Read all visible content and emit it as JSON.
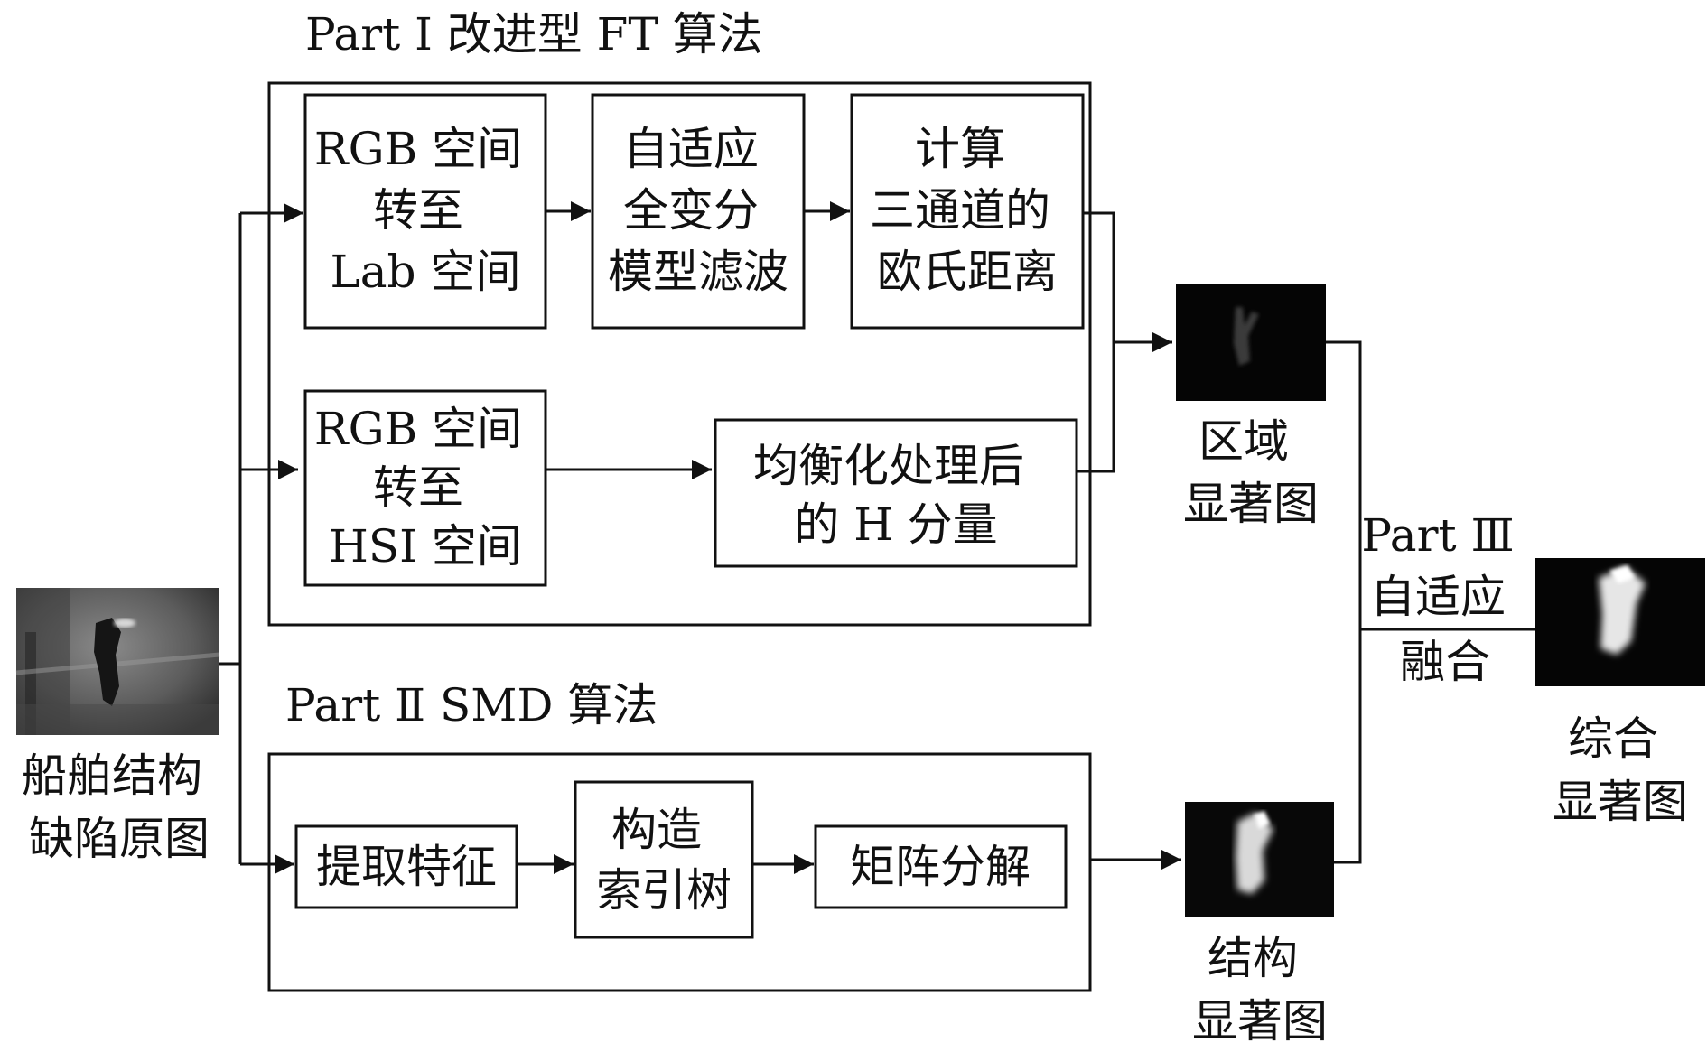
{
  "part1": {
    "title": "Part Ⅰ 改进型 FT 算法"
  },
  "part2": {
    "title": "Part Ⅱ SMD 算法"
  },
  "part3": {
    "line1": "Part Ⅲ",
    "line2": "自适应",
    "line3": "融合"
  },
  "boxes": {
    "rgb_lab": [
      "RGB 空间",
      "转至",
      "Lab 空间"
    ],
    "tv_filter": [
      "自适应",
      "全变分",
      "模型滤波"
    ],
    "euclid": [
      "计算",
      "三通道的",
      "欧氏距离"
    ],
    "rgb_hsi": [
      "RGB 空间",
      "转至",
      "HSI 空间"
    ],
    "h_component": [
      "均衡化处理后",
      "的 H 分量"
    ],
    "extract": [
      "提取特征"
    ],
    "index_tree": [
      "构造",
      "索引树"
    ],
    "matrix": [
      "矩阵分解"
    ]
  },
  "images": {
    "source": {
      "caption": [
        "船舶结构",
        "缺陷原图"
      ]
    },
    "region": {
      "caption": [
        "区域",
        "显著图"
      ]
    },
    "structure": {
      "caption": [
        "结构",
        "显著图"
      ]
    },
    "combined": {
      "caption": [
        "综合",
        "显著图"
      ]
    }
  }
}
